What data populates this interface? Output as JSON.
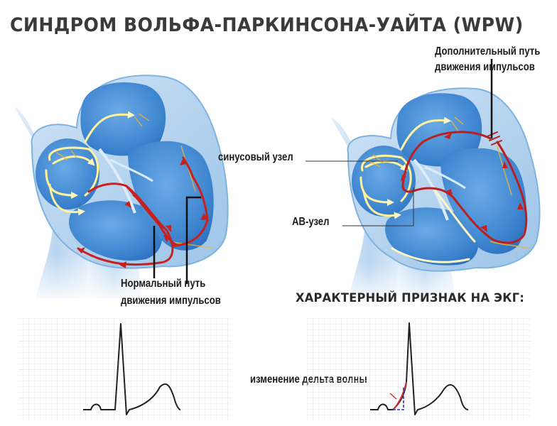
{
  "title": "СИНДРОМ ВОЛЬФА-ПАРКИНСОНА-УАЙТА (WPW)",
  "labels": {
    "accessory_path_line1": "Дополнительный путь",
    "accessory_path_line2": "движения импульсов",
    "sinus_node": "синусовый узел",
    "av_node": "АВ-узел",
    "normal_path_line1": "Нормальный путь",
    "normal_path_line2": "движения импульсов",
    "ecg_feature": "ХАРАКТЕРНЫЙ ПРИЗНАК НА ЭКГ:",
    "delta_wave": "изменение дельта волны"
  },
  "diagrams": [
    {
      "id": "normal-heart",
      "description": "Heart with normal conduction pathway"
    },
    {
      "id": "wpw-heart",
      "description": "Heart with accessory conduction pathway"
    }
  ],
  "ecg": [
    {
      "id": "normal-ecg",
      "waves": [
        "P",
        "QRS",
        "T"
      ]
    },
    {
      "id": "wpw-ecg",
      "waves": [
        "P",
        "delta",
        "QRS",
        "T"
      ]
    }
  ],
  "colors": {
    "heart_fill": "#4a8fd4",
    "heart_outline": "#a8cdec",
    "heart_dark": "#2f73c0",
    "signal_red": "#c8201e",
    "signal_yellow": "#fff29a",
    "signal_orange": "#f5b330",
    "ecg_line": "#222222",
    "grid_minor": "#ececf0",
    "grid_major": "#d8d8e0",
    "delta_red": "#d43030",
    "delta_blue": "#2a36c8"
  }
}
